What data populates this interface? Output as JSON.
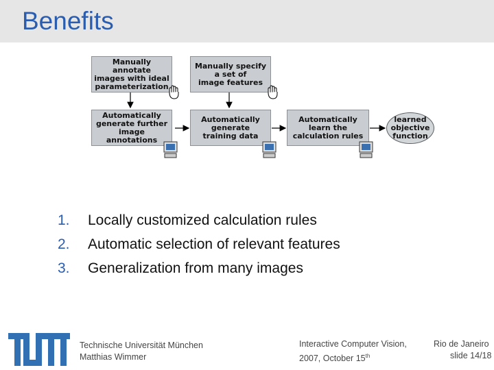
{
  "slide": {
    "title": "Benefits"
  },
  "diagram": {
    "boxes": {
      "annotate": "Manually annotate\nimages with ideal\nparameterization",
      "features": "Manually specify\na set of\nimage features",
      "generate_annotations": "Automatically\ngenerate further\nimage annotations",
      "generate_training": "Automatically\ngenerate\ntraining data",
      "learn_rules": "Automatically\nlearn the\ncalculation rules",
      "objective": "learned\nobjective\nfunction"
    },
    "icons": [
      "hand-icon",
      "hand-icon",
      "computer-icon",
      "computer-icon",
      "computer-icon"
    ]
  },
  "benefits": [
    {
      "num": "1.",
      "text": "Locally customized calculation rules"
    },
    {
      "num": "2.",
      "text": "Automatic selection of relevant features"
    },
    {
      "num": "3.",
      "text": "Generalization from many images"
    }
  ],
  "footer": {
    "institution": "Technische Universität München",
    "author": "Matthias Wimmer",
    "event_line1": "Interactive Computer Vision,",
    "event_line2_prefix": "2007, October 15",
    "event_line2_sup": "th",
    "location": "Rio de Janeiro",
    "slide": "slide 14/18",
    "logo_color": "#3070b3"
  }
}
